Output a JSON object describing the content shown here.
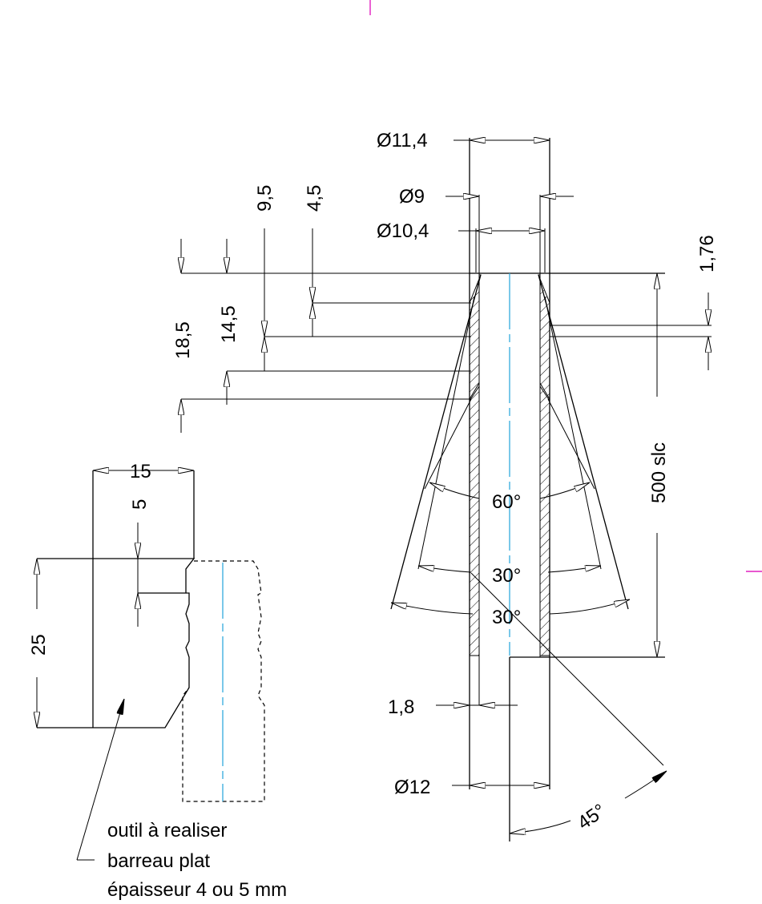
{
  "dimensions": {
    "d_11_4": "Ø11,4",
    "d_9": "Ø9",
    "d_10_4": "Ø10,4",
    "d_12": "Ø12",
    "v_9_5": "9,5",
    "v_4_5": "4,5",
    "v_18_5": "18,5",
    "v_14_5": "14,5",
    "v_1_76": "1,76",
    "v_500": "500 slc",
    "v_1_8": "1,8",
    "t_15": "15",
    "t_5": "5",
    "t_25": "25"
  },
  "angles": {
    "a60": "60°",
    "a30_top": "30°",
    "a30_bottom": "30°",
    "a45": "45°"
  },
  "note": {
    "line1": "outil à realiser",
    "line2": "barreau plat",
    "line3": "épaisseur 4 ou 5 mm"
  },
  "colors": {
    "axis": "#33aadd",
    "marker": "#e020c0"
  }
}
